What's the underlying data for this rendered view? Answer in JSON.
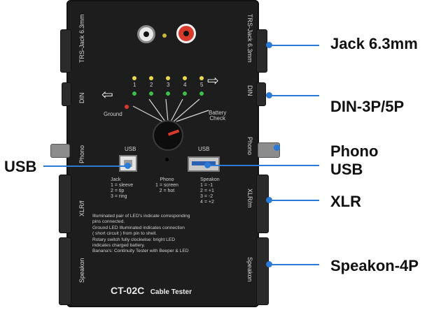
{
  "callouts": {
    "jack": "Jack 6.3mm",
    "din": "DIN-3P/5P",
    "phono": "Phono",
    "usb_right": "USB",
    "xlr": "XLR",
    "speakon": "Speakon-4P",
    "usb_left": "USB"
  },
  "panel": {
    "left_side": {
      "trs": "TRS-Jack 6.3mm",
      "din": "DIN",
      "phono": "Phono",
      "xlr": "XLR/f",
      "speakon": "Speakon"
    },
    "right_side": {
      "trs": "TRS-Jack 6.3mm",
      "din": "DIN",
      "phono": "Phono",
      "xlr": "XLR/m",
      "speakon": "Speakon"
    },
    "leds": [
      "1",
      "2",
      "3",
      "4",
      "5"
    ],
    "ground": "Ground",
    "battery_check": "Battery\nCheck",
    "usb_left_label": "USB",
    "usb_right_label": "USB",
    "jack_legend": "Jack\n1 = sleeve\n2 = tip\n3 = ring",
    "phono_legend": "Phono\n1 = screen\n2 = hot",
    "speakon_legend": "Speakon\n1 = -1\n2 = +1\n3 = -2\n4 = +2",
    "instructions": "Illuminated pair of LED's indicate corresponding\npins connected.\nGround LED Illuminated indicates connection\n( short circuit ) from pin to shell.\nRotary switch fully clockwise: bright LED\nindicates charged battery.\nBanana's: Continuity Tester with Beeper & LED",
    "model": "CT-02C",
    "product": "Cable Tester"
  },
  "colors": {
    "accent": "#2b7bd6",
    "led_yellow": "#e8d84a",
    "led_green": "#3fbf4a",
    "led_red": "#d83b2b"
  }
}
